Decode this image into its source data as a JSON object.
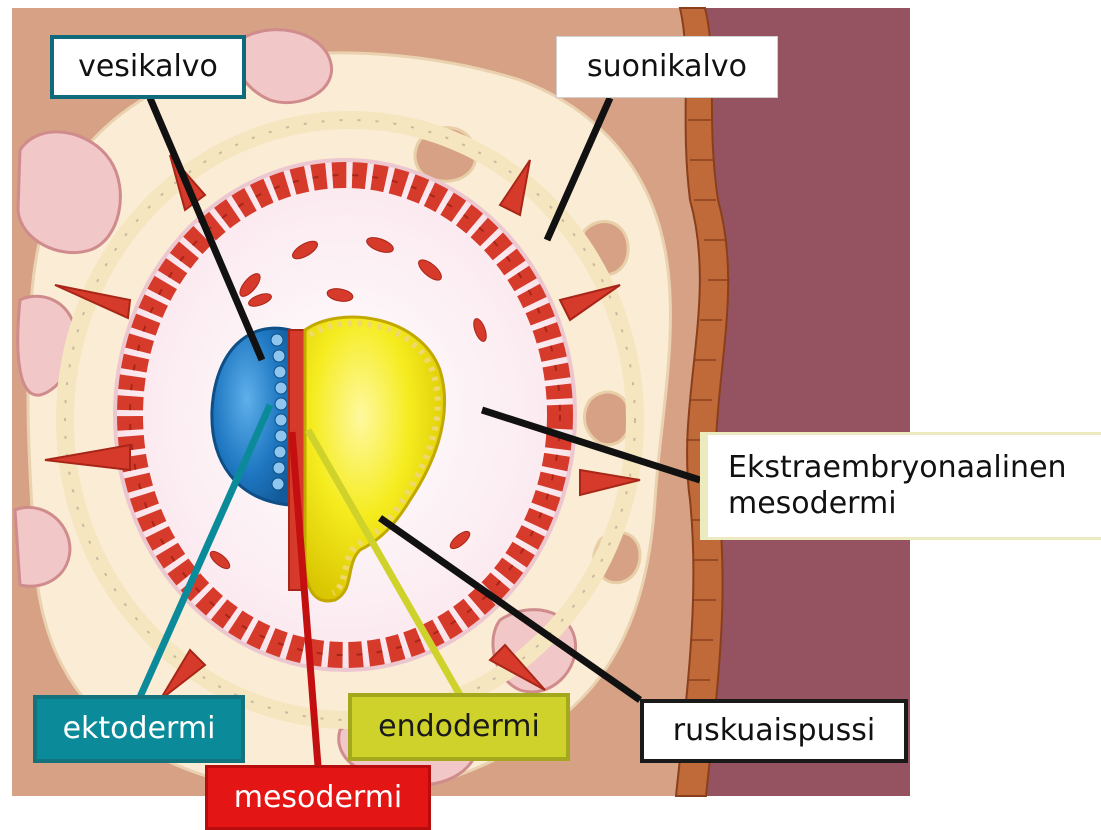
{
  "labels": {
    "vesikalvo": "vesikalvo",
    "suonikalvo": "suonikalvo",
    "ekstraembryonaalinen_line1": "Ekstraembryonaalinen",
    "ekstraembryonaalinen_line2": "mesodermi",
    "ruskuaispussi": "ruskuaispussi",
    "ektodermi": "ektodermi",
    "endodermi": "endodermi",
    "mesodermi": "mesodermi"
  },
  "colors": {
    "background_tissue": "#d6a184",
    "uterine_wall": "#955361",
    "epithelium": "#c06a3a",
    "trophoblast": "#fbecd6",
    "cell_ring": "#f7e7c1",
    "extraembryonic_mesoderm": "#ffffff",
    "mesoderm_cells": "#d63a2a",
    "amnion": "#1f78c2",
    "yolk_sac": "#f5ec1f",
    "glands": "#f2c7c7",
    "ektodermi_label": "#0b8b9a",
    "endodermi_label": "#cfd22a",
    "mesodermi_label": "#e31515",
    "vesikalvo_border": "#0f6a7c"
  }
}
